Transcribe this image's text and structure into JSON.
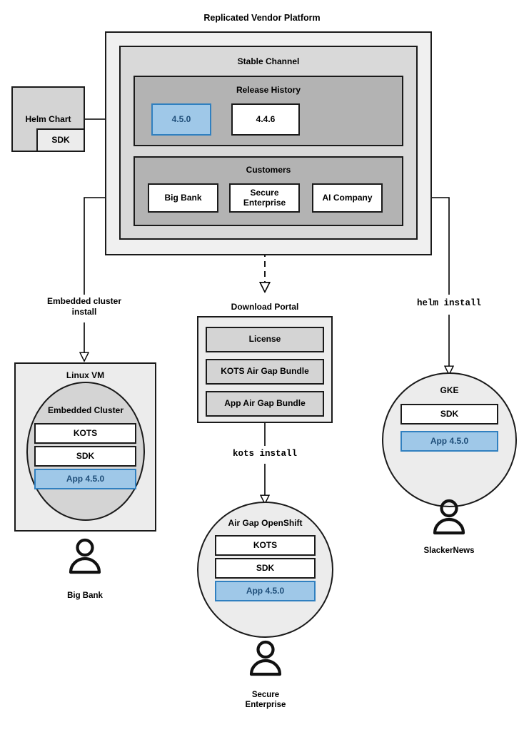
{
  "diagram": {
    "title": "Replicated Vendor Platform",
    "type": "architecture-flow"
  },
  "source": {
    "helm_chart": "Helm Chart",
    "helm_chart_sdk": "SDK"
  },
  "platform": {
    "channel_title": "Stable Channel",
    "release_history": {
      "title": "Release History",
      "releases": [
        {
          "version": "4.5.0",
          "highlighted": true
        },
        {
          "version": "4.4.6",
          "highlighted": false
        }
      ]
    },
    "customers": {
      "title": "Customers",
      "items": [
        {
          "name": "Big Bank"
        },
        {
          "name": "Secure Enterprise"
        },
        {
          "name": "AI Company"
        }
      ]
    }
  },
  "edges": {
    "embedded_cluster_install": "Embedded cluster install",
    "embedded_cluster_install_line1": "Embedded cluster",
    "embedded_cluster_install_line2": "install",
    "helm_install": "helm install",
    "kots_install": "kots install"
  },
  "download_portal": {
    "title": "Download Portal",
    "artifacts": [
      {
        "name": "License"
      },
      {
        "name": "KOTS Air Gap Bundle"
      },
      {
        "name": "App Air Gap Bundle"
      }
    ]
  },
  "targets": [
    {
      "id": "linux-vm",
      "title": "Linux VM",
      "inner_title": "Embedded Cluster",
      "components": [
        {
          "name": "KOTS",
          "highlighted": false
        },
        {
          "name": "SDK",
          "highlighted": false
        },
        {
          "name": "App 4.5.0",
          "highlighted": true
        }
      ],
      "actor": "Big Bank"
    },
    {
      "id": "air-gap-openshift",
      "title": "Air Gap OpenShift",
      "components": [
        {
          "name": "KOTS",
          "highlighted": false
        },
        {
          "name": "SDK",
          "highlighted": false
        },
        {
          "name": "App 4.5.0",
          "highlighted": true
        }
      ],
      "actor_line1": "Secure",
      "actor_line2": "Enterprise"
    },
    {
      "id": "gke",
      "title": "GKE",
      "components": [
        {
          "name": "SDK",
          "highlighted": false
        },
        {
          "name": "App 4.5.0",
          "highlighted": true
        }
      ],
      "actor": "SlackerNews"
    }
  ],
  "colors": {
    "highlight_fill": "#9fc8e8",
    "highlight_border": "#3080c0",
    "highlight_text": "#1f4e79",
    "platform_bg": "#f0f0f0",
    "channel_bg": "#d9d9d9",
    "section_bg": "#b3b3b3",
    "box_gray": "#d4d4d4",
    "box_light": "#ececec",
    "stroke": "#1a1a1a"
  }
}
